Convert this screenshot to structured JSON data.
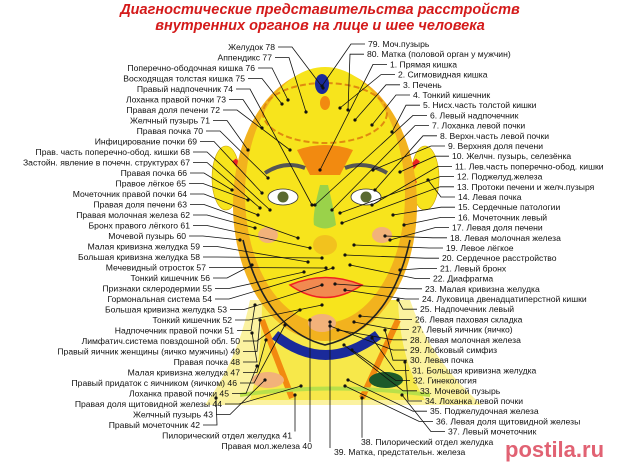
{
  "title": {
    "line1": "Диагностические представительства расстройств",
    "line2": "внутренних органов на лице и шее человека"
  },
  "colors": {
    "title": "#d41a1a",
    "face": "#f7e41c",
    "face_shade": "#f2b21e",
    "neck": "#fbf2a0",
    "blue": "#1a2a9a",
    "orange": "#f28a10",
    "leaf": "#1d5a2a",
    "watermark": "#dc465a"
  },
  "left_labels": [
    "Желудок 78",
    "Аппендикс 77",
    "Поперечно-ободочная кишка 76",
    "Восходящая толстая кишка 75",
    "Правый надпочечник 74",
    "Лоханка правой почки 73",
    "Правая доля печени 72",
    "Желчный пузырь 71",
    "Правая почка 70",
    "Инфицирование почки 69",
    "Прав. часть поперечно-обод. кишки 68",
    "Застойн. явление в почечн. структурах 67",
    "Правая почка 66",
    "Правое лёгкое 65",
    "Мочеточник правой почки 64",
    "Правая доля печени 63",
    "Правая молочная железа 62",
    "Бронх правого лёгкого 61",
    "Мочевой пузырь 60",
    "Малая кривизна желудка 59",
    "Большая кривизна желудка 58",
    "Мечевидный отросток 57",
    "Тонкий кишечник 56",
    "Признаки склеродермии 55",
    "Гормональная система 54",
    "Большая кривизна желудка 53",
    "Тонкий кишечник 52",
    "Надпочечник правой почки 51",
    "Лимфатич.система повздошной обл. 50",
    "Правый яичник женщины (яичко мужчины) 49",
    "Правая почка 48",
    "Малая кривизна желудка 47",
    "Правый придаток с яичником  (яичком) 46",
    "Лоханка правой почки 45",
    "Правая доля щитовидной железы 44",
    "Желчный пузырь 43",
    "Правый мочеточник 42",
    "Пилорический отдел желудка 41",
    "Правая мол.железа 40"
  ],
  "right_labels": [
    "79. Моч.пузырь",
    "80. Матка (половой орган у мужчин)",
    "1. Прямая кишка",
    "2. Сигмовидная кишка",
    "3. Печень",
    "4. Тонкий кишечник",
    "5. Нисх.часть толстой кишки",
    "6. Левый надпочечник",
    "7. Лоханка левой почки",
    "8. Верхн.часть левой почки",
    "9. Верхняя доля печени",
    "10. Желчн. пузырь, селезёнка",
    "11. Лев.часть поперечно-обод. кишки",
    "12. Поджелуд.железа",
    "13. Протоки печени и желч.пузыря",
    "14. Левая почка",
    "15. Сердечные патологии",
    "16. Мочеточник левый",
    "17. Левая доля печени",
    "18. Левая молочная железа",
    "19. Левое лёгкое",
    "20. Сердечное расстройство",
    "21. Левый бронх",
    "22. Диафрагма",
    "23. Малая кривизна желудка",
    "24. Луковица двенадцатиперстной кишки",
    "25. Надпочечник левый",
    "26. Левая паховая складка",
    "27. Левый яичник (яичко)",
    "28. Левая молочная железа",
    "29. Лобковый симфиз",
    "30. Левая почка",
    "31. Большая кривизна желудка",
    "32. Гинекология",
    "33. Мочевой пузырь",
    "34. Лоханка левой почки",
    "35. Поджелудочная железа",
    "36. Левая доля щитовидной железы",
    "37. Левый мочеточник",
    "38. Пилорический отдел желудка",
    "39. Матка, предстательн. железа"
  ],
  "watermark": "postila.ru"
}
